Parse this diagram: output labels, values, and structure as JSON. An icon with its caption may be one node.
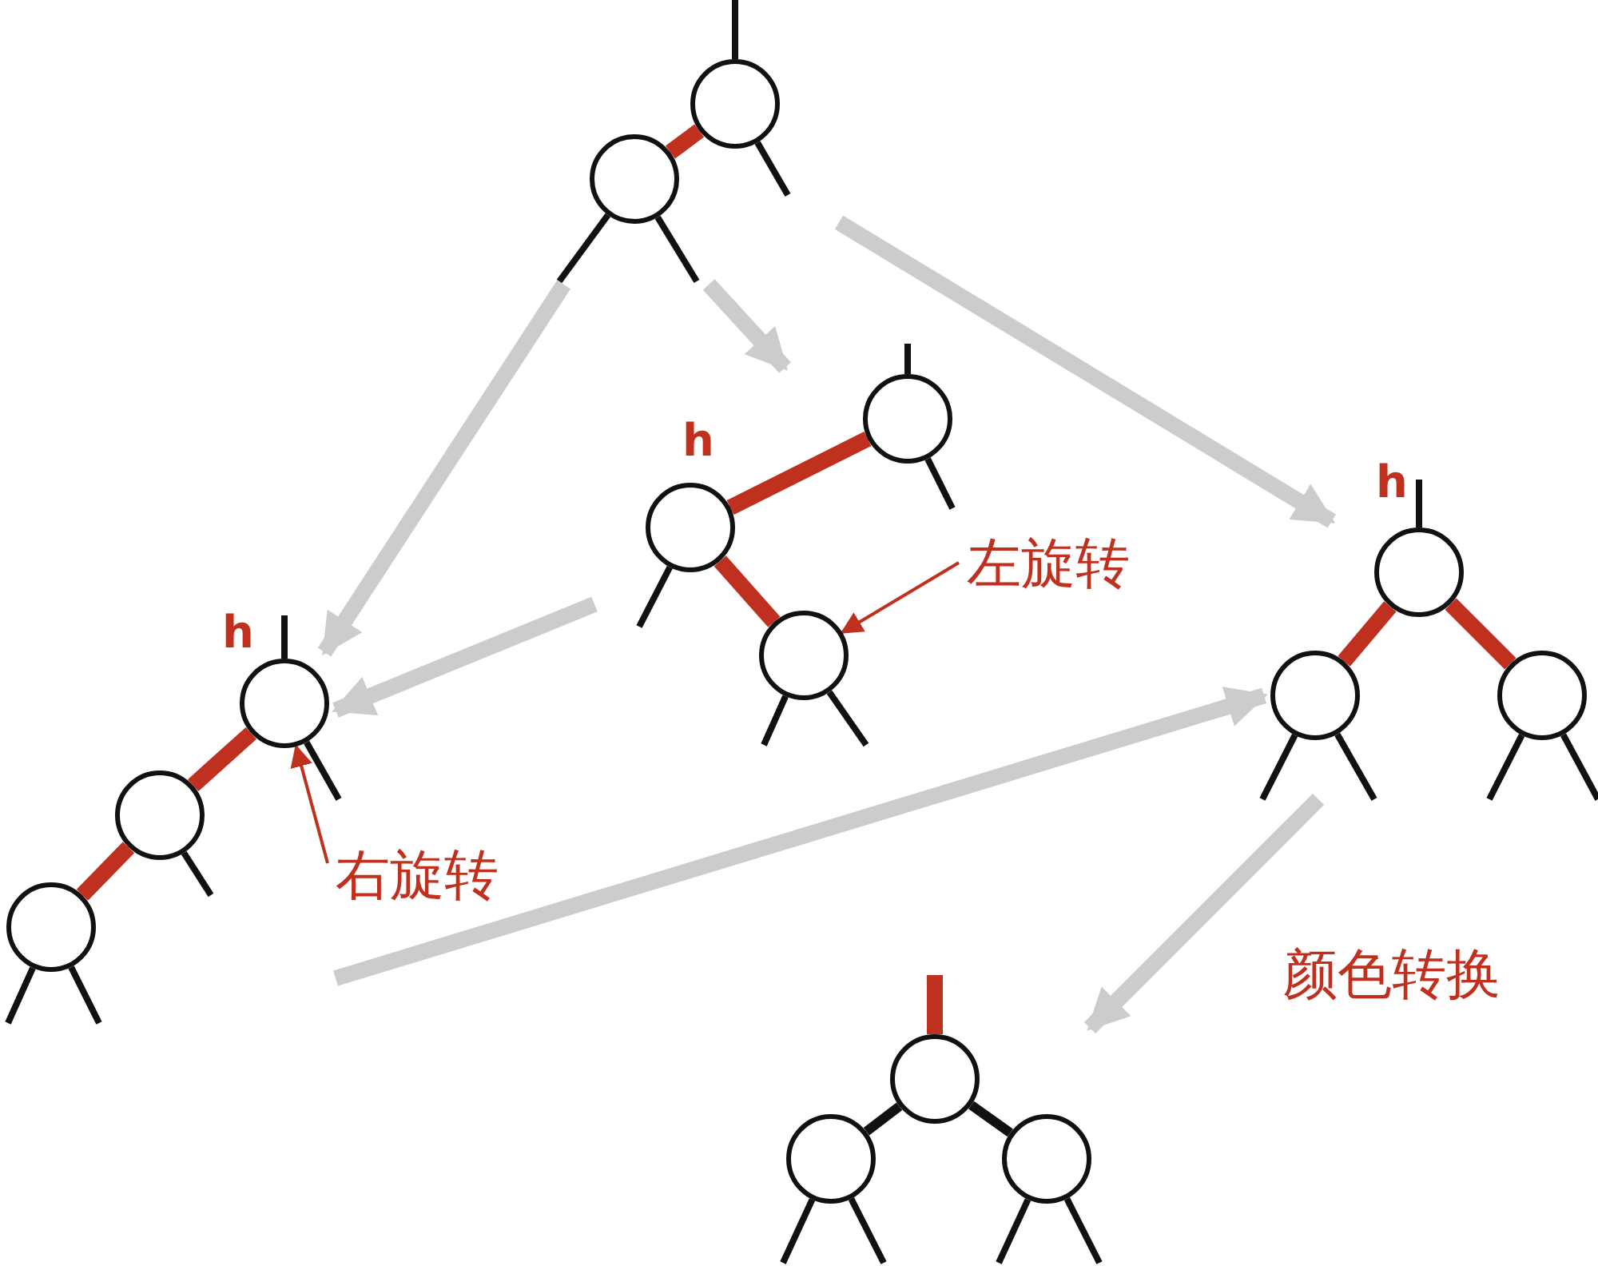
{
  "diagram": {
    "nodes": [
      {
        "text": [],
        "shape": "tree"
      },
      {
        "text": [],
        "shape": "circle",
        "in": 0
      },
      {
        "text": [],
        "shape": "circle",
        "in": 0
      },
      {
        "text": [],
        "shape": "tree"
      },
      {
        "text": [],
        "shape": "circle",
        "in": 3
      },
      {
        "text": [],
        "shape": "circle",
        "in": 3,
        "beside": [
          "h"
        ]
      },
      {
        "text": [],
        "shape": "circle",
        "in": 3
      },
      {
        "text": [
          "左旋转"
        ]
      },
      {
        "text": [],
        "shape": "tree"
      },
      {
        "text": [],
        "shape": "circle",
        "in": 8,
        "beside": [
          "h"
        ]
      },
      {
        "text": [],
        "shape": "circle",
        "in": 8
      },
      {
        "text": [],
        "shape": "circle",
        "in": 8
      },
      {
        "text": [
          "右旋转"
        ]
      },
      {
        "text": [],
        "shape": "tree"
      },
      {
        "text": [],
        "shape": "circle",
        "in": 13,
        "beside": [
          "h"
        ]
      },
      {
        "text": [],
        "shape": "circle",
        "in": 13
      },
      {
        "text": [],
        "shape": "circle",
        "in": 13
      },
      {
        "text": [],
        "shape": "tree"
      },
      {
        "text": [],
        "shape": "circle",
        "in": 17
      },
      {
        "text": [],
        "shape": "circle",
        "in": 17
      },
      {
        "text": [],
        "shape": "circle",
        "in": 17
      }
    ],
    "edges": [
      {
        "from": 1,
        "to": 2,
        "arrow": "none",
        "style": "thick",
        "color": "#c0301f"
      },
      {
        "from": 1,
        "to": null,
        "arrow": "none"
      },
      {
        "from": 1,
        "to": null,
        "arrow": "none"
      },
      {
        "from": 2,
        "to": null,
        "arrow": "none"
      },
      {
        "from": 2,
        "to": null,
        "arrow": "none"
      },
      {
        "from": 4,
        "to": 5,
        "arrow": "none",
        "style": "thick",
        "color": "#c0301f"
      },
      {
        "from": 5,
        "to": 6,
        "arrow": "none",
        "style": "thick",
        "color": "#c0301f"
      },
      {
        "from": 4,
        "to": null,
        "arrow": "none"
      },
      {
        "from": 4,
        "to": null,
        "arrow": "none"
      },
      {
        "from": 5,
        "to": null,
        "arrow": "none"
      },
      {
        "from": 6,
        "to": null,
        "arrow": "none"
      },
      {
        "from": 6,
        "to": null,
        "arrow": "none"
      },
      {
        "from": 7,
        "to": 6,
        "arrow": "to",
        "color": "#c0301f"
      },
      {
        "from": 9,
        "to": 10,
        "arrow": "none",
        "style": "thick",
        "color": "#c0301f"
      },
      {
        "from": 10,
        "to": 11,
        "arrow": "none",
        "style": "thick",
        "color": "#c0301f"
      },
      {
        "from": 9,
        "to": null,
        "arrow": "none"
      },
      {
        "from": 9,
        "to": null,
        "arrow": "none"
      },
      {
        "from": 10,
        "to": null,
        "arrow": "none"
      },
      {
        "from": 11,
        "to": null,
        "arrow": "none"
      },
      {
        "from": 11,
        "to": null,
        "arrow": "none"
      },
      {
        "from": 12,
        "to": 9,
        "arrow": "to",
        "color": "#c0301f"
      },
      {
        "from": 14,
        "to": 15,
        "arrow": "none",
        "style": "thick",
        "color": "#c0301f"
      },
      {
        "from": 14,
        "to": 16,
        "arrow": "none",
        "style": "thick",
        "color": "#c0301f"
      },
      {
        "from": 14,
        "to": null,
        "arrow": "none"
      },
      {
        "from": 15,
        "to": null,
        "arrow": "none"
      },
      {
        "from": 15,
        "to": null,
        "arrow": "none"
      },
      {
        "from": 16,
        "to": null,
        "arrow": "none"
      },
      {
        "from": 16,
        "to": null,
        "arrow": "none"
      },
      {
        "from": 18,
        "to": null,
        "arrow": "none",
        "style": "thick",
        "color": "#c0301f"
      },
      {
        "from": 18,
        "to": 19,
        "arrow": "none"
      },
      {
        "from": 18,
        "to": 20,
        "arrow": "none"
      },
      {
        "from": 19,
        "to": null,
        "arrow": "none"
      },
      {
        "from": 19,
        "to": null,
        "arrow": "none"
      },
      {
        "from": 20,
        "to": null,
        "arrow": "none"
      },
      {
        "from": 20,
        "to": null,
        "arrow": "none"
      },
      {
        "from": 0,
        "to": 3,
        "arrow": "to",
        "style": "thick",
        "color": "#cccccc"
      },
      {
        "from": 0,
        "to": 8,
        "arrow": "to",
        "style": "thick",
        "color": "#cccccc"
      },
      {
        "from": 0,
        "to": 13,
        "arrow": "to",
        "style": "thick",
        "color": "#cccccc"
      },
      {
        "from": 3,
        "to": 8,
        "arrow": "to",
        "style": "thick",
        "color": "#cccccc"
      },
      {
        "from": 8,
        "to": 13,
        "arrow": "to",
        "style": "thick",
        "color": "#cccccc"
      },
      {
        "from": 13,
        "to": 17,
        "arrow": "to",
        "style": "thick",
        "color": "#cccccc",
        "label": "颜色转换"
      }
    ]
  }
}
